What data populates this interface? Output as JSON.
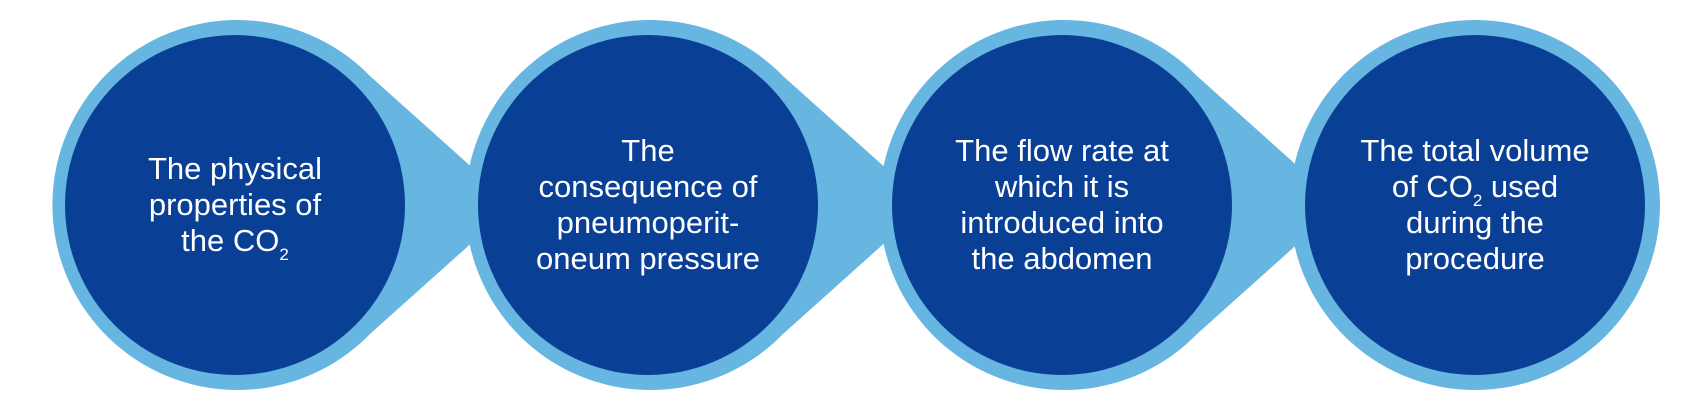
{
  "steps": [
    {
      "id": "step-1",
      "lines": [
        "The physical",
        "properties of",
        "the CO"
      ],
      "subscript": "2",
      "subscript_after_line": 2
    },
    {
      "id": "step-2",
      "lines": [
        "The",
        "consequence of",
        "pneumoperit-",
        "oneum pressure"
      ]
    },
    {
      "id": "step-3",
      "lines": [
        "The flow rate at",
        "which it is",
        "introduced into",
        "the abdomen"
      ]
    },
    {
      "id": "step-4",
      "lines": [
        "The total volume",
        "of CO",
        "used",
        "during the",
        "procedure"
      ],
      "subscript": "2",
      "subscript_after_line": 1
    }
  ],
  "colors": {
    "outer": "#67B6E2",
    "inner": "#0A3F96",
    "text": "#ffffff"
  }
}
